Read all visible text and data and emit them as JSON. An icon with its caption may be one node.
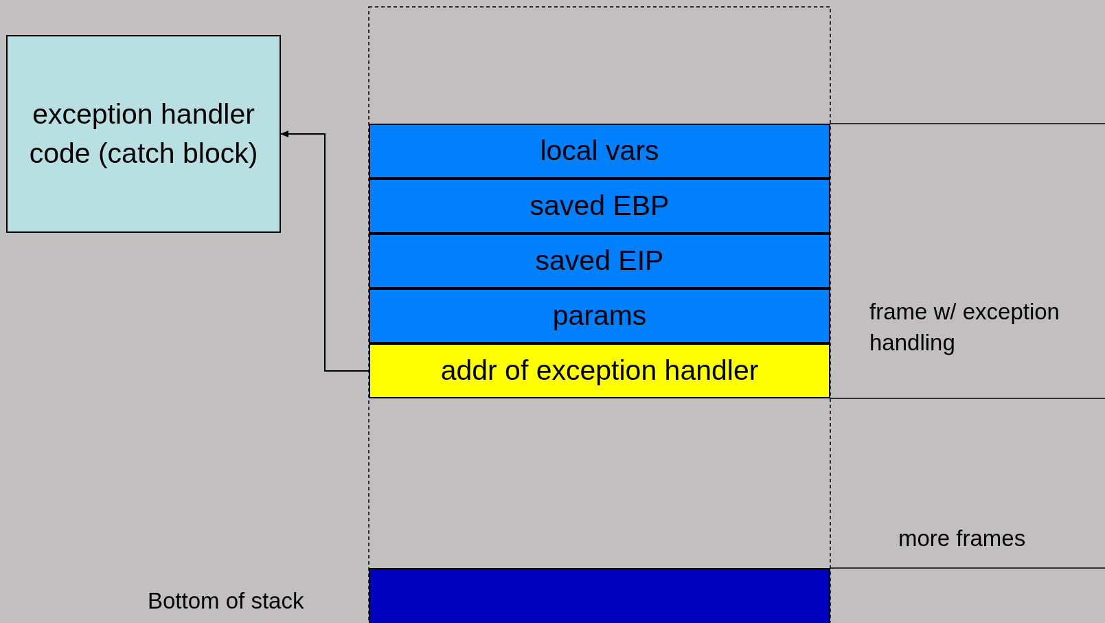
{
  "diagram": {
    "nodes": [
      {
        "text": [
          "exception handler code (catch block)"
        ]
      },
      {
        "text": [
          "local vars"
        ]
      },
      {
        "text": [
          "saved EBP"
        ]
      },
      {
        "text": [
          "saved EIP"
        ]
      },
      {
        "text": [
          "params"
        ]
      },
      {
        "text": [
          "addr of exception handler"
        ]
      },
      {
        "text": [],
        "shape": "box"
      }
    ],
    "edges": [
      {
        "from": 5,
        "to": 0,
        "arrow": "to"
      }
    ],
    "labels": [
      "frame w/ exception handling",
      "more frames",
      "Bottom of stack"
    ]
  }
}
